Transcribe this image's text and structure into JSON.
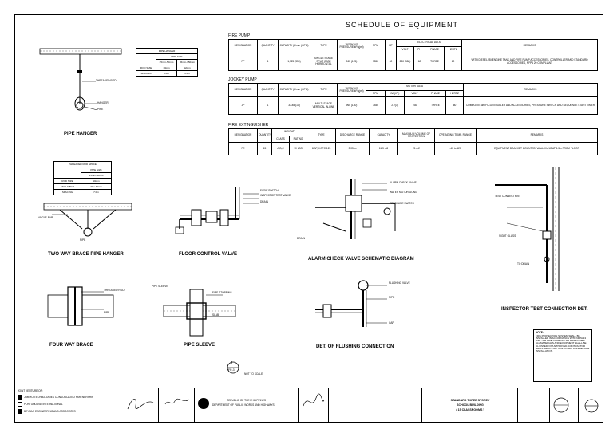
{
  "schedule": {
    "title": "SCHEDULE OF EQUIPMENT",
    "fire_pump": {
      "label": "FIRE PUMP",
      "headers": [
        "DESIGNATION",
        "QUANTITY",
        "CAPACITY (L/mm (GPM)",
        "TYPE",
        "WORKING PRESSURE kPa(psi)",
        "RPM",
        "HP",
        "VOLT",
        "PH",
        "PHASE",
        "HERTZ",
        "REMARKS"
      ],
      "sub_header": "ELECTRICAL DATA",
      "row": [
        "FP",
        "1",
        "1,325 (350)",
        "SINGLE STAGE SPLIT CASE HORIZONTAL",
        "965 (125)",
        "3550",
        "40",
        "230 (380)",
        "60",
        "THREE",
        "60",
        "WITH DIESEL (B) ENGINE TANK AND FIRE PUMP ACCESSORIES, CONTROLLER AND STANDARD ACCESSORIES, NFPA 20 COMPLIANT"
      ]
    },
    "jockey_pump": {
      "label": "JOCKEY PUMP",
      "headers": [
        "DESIGNATION",
        "QUANTITY",
        "CAPACITY (L/mm (GPM)",
        "TYPE",
        "WORKING PRESSURE kPa(psi)",
        "RPM",
        "KW(HP)",
        "VOLT",
        "PHASE",
        "HERTZ",
        "REMARKS"
      ],
      "sub_header": "MOTOR DATA",
      "row": [
        "JP",
        "1",
        "37.85 (10)",
        "MULTI-STAGE VERTICAL IN-LINE",
        "965 (140)",
        "3450",
        "2.2(3)",
        "230",
        "THREE",
        "60",
        "COMPLETE WITH CONTROLLER AND ACCESSORIES, PRESSURE SWITCH AND SEQUENCE START TIMER"
      ]
    },
    "fire_extinguisher": {
      "label": "FIRE EXTINGUISHER",
      "headers": [
        "DESIGNATION",
        "QUANTITY",
        "CLASS",
        "RATING",
        "TYPE",
        "DISCHARGE RANGE",
        "CAPACITY",
        "MAXIMUM VOLUME OF PROTECTION",
        "OPERATING TEMP. RANGE",
        "REMARKS"
      ],
      "sub_header": "WEIGHT",
      "row": [
        "FE",
        "15",
        "A,B,C",
        "10 LBS",
        "MAP, HCFC-123",
        "3.05 m",
        "11.3 m3",
        "21 m2",
        "-40 to 120",
        "EQUIPMENT BRACKET MOUNTED, WALL HUNG AT 1.5m FROM FLOOR"
      ]
    }
  },
  "tables": {
    "pipe_hanger": {
      "title": "PIPE HANGER",
      "head": [
        "",
        "PIPE SIZE",
        "25mm-50mm",
        "65mm-150mm"
      ],
      "rows": [
        [
          "ROD SIZE",
          "10mm",
          "12mm"
        ],
        [
          "SPACING",
          "3.0m",
          "3.6m"
        ]
      ]
    },
    "sway_brace": {
      "title": "THREADED ROD SPACE",
      "head": [
        "",
        "PIPE SIZE",
        "25mm-50mm"
      ],
      "rows": [
        [
          "ROD SIZE",
          "10mm"
        ],
        [
          "ANGLE BAR",
          "40 x 40mm"
        ],
        [
          "SPACING",
          "7.0m"
        ]
      ]
    }
  },
  "captions": {
    "pipe_hanger": "PIPE HANGER",
    "two_way": "TWO WAY BRACE PIPE HANGER",
    "floor_control": "FLOOR CONTROL VALVE",
    "alarm_check": "ALARM CHECK VALVE SCHEMATIC DIAGRAM",
    "inspector": "INSPECTOR TEST CONNECTION DET.",
    "four_way": "FOUR WAY BRACE",
    "pipe_sleeve": "PIPE SLEEVE",
    "flushing": "DET. OF FLUSHING CONNECTION"
  },
  "callouts": {
    "hanger_1": "THREADED ROD",
    "hanger_2": "HANGER",
    "hanger_3": "PIPE",
    "sway_1": "ANGLE BAR",
    "sway_2": "PIPE",
    "floor_1": "FLOW SWITCH",
    "floor_2": "INSPECTOR TEST VALVE",
    "floor_3": "DRAIN",
    "alarm_1": "ALARM CHECK VALVE",
    "alarm_2": "WATER MOTOR GONG",
    "alarm_3": "PRESSURE SWITCH",
    "alarm_4": "DRAIN",
    "insp_1": "TEST CONNECTION",
    "insp_2": "SIGHT GLASS",
    "insp_3": "TO DRAIN",
    "four_1": "THREADED ROD",
    "four_2": "PIPE",
    "sleeve_1": "PIPE SLEEVE",
    "sleeve_2": "FIRE STOPPING",
    "sleeve_3": "SLAB",
    "flush_1": "FLUSHING VALVE",
    "flush_2": "PIPE",
    "flush_3": "CAP"
  },
  "section_marker": {
    "number": "1",
    "sheet": "FP-3",
    "label": "NOT TO SCALE"
  },
  "note": {
    "title": "NOTE:",
    "body": "FIRE PROTECTION SYSTEM SHALL BE INSTALLED IN ACCORDANCE WITH NFPA 13 AND THE FIRE CODE OF THE PHILIPPINES. ALL MATERIALS AND EQUIPMENT SHALL BE UL LISTED / FM APPROVED. CONTRACTOR SHALL VERIFY ALL SITE CONDITIONS BEFORE INSTALLATION."
  },
  "title_block": {
    "joint_venture": "JOINT VENTURE OF:",
    "firms": [
      "JIMEXO TECHNOLOGIES CONSOLIDATED PARTNERSHIP",
      "PORTOHOUSE INTERNATIONAL",
      "BEYRAN ENGINEERING AND ASSOCIATES"
    ],
    "agency_line1": "REPUBLIC OF THE PHILIPPINES",
    "agency_line2": "DEPARTMENT OF PUBLIC WORKS AND HIGHWAYS",
    "project_1": "STANDARD THREE STOREY",
    "project_2": "SCHOOL BUILDING",
    "project_3": "( 15 CLASSROOMS )"
  }
}
